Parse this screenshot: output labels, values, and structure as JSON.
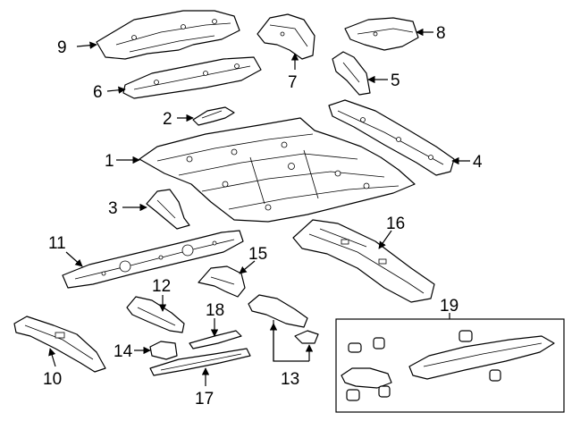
{
  "callouts": {
    "c1": "1",
    "c2": "2",
    "c3": "3",
    "c4": "4",
    "c5": "5",
    "c6": "6",
    "c7": "7",
    "c8": "8",
    "c9": "9",
    "c10": "10",
    "c11": "11",
    "c12": "12",
    "c13": "13",
    "c14": "14",
    "c15": "15",
    "c16": "16",
    "c17": "17",
    "c18": "18",
    "c19": "19"
  },
  "colors": {
    "line": "#000000",
    "background": "#ffffff"
  }
}
